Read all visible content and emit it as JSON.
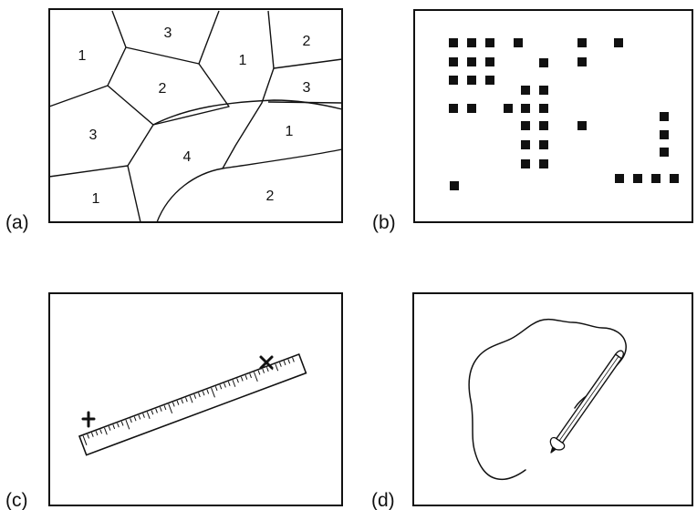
{
  "panels": [
    {
      "id": "a",
      "label": "(a)",
      "region_labels": [
        "1",
        "3",
        "1",
        "2",
        "2",
        "3",
        "3",
        "1",
        "4",
        "1",
        "2"
      ]
    },
    {
      "id": "b",
      "label": "(b)"
    },
    {
      "id": "c",
      "label": "(c)"
    },
    {
      "id": "d",
      "label": "(d)"
    }
  ],
  "colors": {
    "ink": "#111111",
    "background": "#ffffff"
  }
}
